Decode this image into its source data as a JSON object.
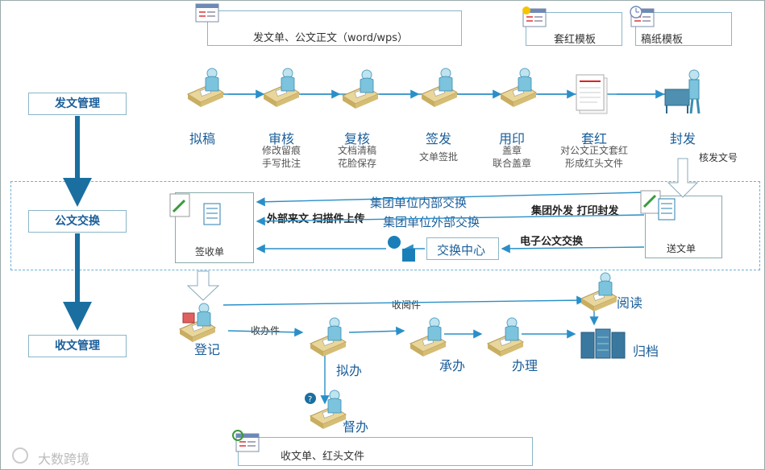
{
  "top": {
    "doc_box_label": "发文单、公文正文（word/wps）",
    "red_template_label": "套红模板",
    "draft_template_label": "稿纸模板"
  },
  "side": {
    "send_mgmt": "发文管理",
    "exchange": "公文交换",
    "recv_mgmt": "收文管理"
  },
  "steps": [
    {
      "title": "拟稿",
      "sub": []
    },
    {
      "title": "审核",
      "sub": [
        "修改留痕",
        "手写批注"
      ]
    },
    {
      "title": "复核",
      "sub": [
        "文档清稿",
        "花脸保存"
      ]
    },
    {
      "title": "签发",
      "sub": [
        "文单签批"
      ]
    },
    {
      "title": "用印",
      "sub": [
        "盖章",
        "联合盖章"
      ]
    },
    {
      "title": "套红",
      "sub": [
        "对公文正文套红",
        "形成红头文件"
      ]
    },
    {
      "title": "封发",
      "sub": []
    }
  ],
  "exchange": {
    "check_number": "核发文号",
    "inner_exchange": "集团单位内部交换",
    "outer_exchange": "集团单位外部交换",
    "group_send": "集团外发 打印封发",
    "external_in": "外部来文 扫描件上传",
    "e_exchange": "电子公文交换",
    "center": "交换中心",
    "sign_receipt": "签收单",
    "send_form": "送文单"
  },
  "receive": {
    "register": "登记",
    "read_label": "收阅件",
    "read": "阅读",
    "do_label": "收办件",
    "draft": "拟办",
    "undertake": "承办",
    "handle": "办理",
    "archive": "归档",
    "supervise": "督办",
    "bottom_box": "收文单、红头文件"
  },
  "watermark": "大数跨境",
  "colors": {
    "accent": "#1a5e9a",
    "line": "#2a8fc8",
    "box_border": "#8ab6c8"
  }
}
